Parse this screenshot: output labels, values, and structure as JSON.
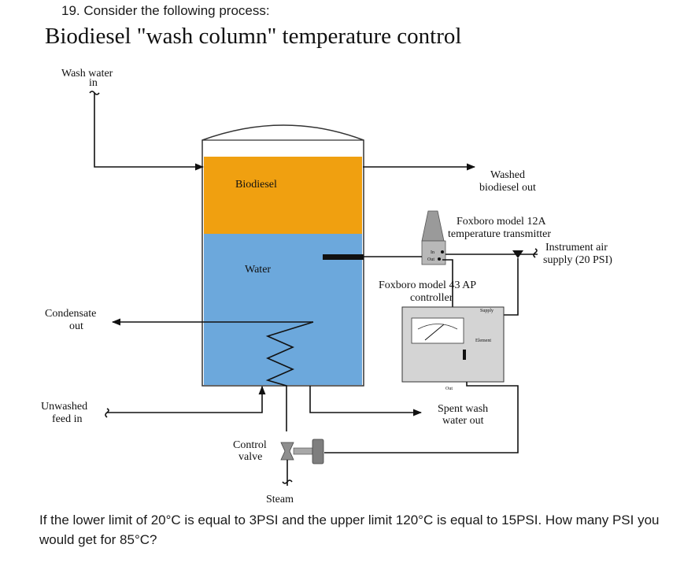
{
  "question_number": "19. Consider the following process:",
  "diagram": {
    "title": "Biodiesel \"wash column\" temperature control",
    "labels": {
      "wash_water_line1": "Wash water",
      "wash_water_line2": "in",
      "biodiesel": "Biodiesel",
      "water": "Water",
      "washed_line1": "Washed",
      "washed_line2": "biodiesel out",
      "transmitter_line1": "Foxboro model 12A",
      "transmitter_line2": "temperature transmitter",
      "instrument_air_line1": "Instrument air",
      "instrument_air_line2": "supply (20 PSI)",
      "controller_line1": "Foxboro model 43 AP",
      "controller_line2": "controller",
      "condensate_line1": "Condensate",
      "condensate_line2": "out",
      "unwashed_line1": "Unwashed",
      "unwashed_line2": "feed in",
      "spent_line1": "Spent wash",
      "spent_line2": "water out",
      "control_valve_line1": "Control",
      "control_valve_line2": "valve",
      "steam": "Steam",
      "tx_in": "In",
      "tx_out": "Out",
      "ctrl_supply": "Supply",
      "ctrl_element": "Element",
      "ctrl_out": "Out"
    },
    "colors": {
      "biodiesel_layer": "#F0A010",
      "water_layer": "#6CA8DC",
      "controller_body": "#D4D4D4",
      "transmitter_body": "#9A9A9A",
      "valve_body": "#8E8E8E"
    }
  },
  "question": "If the lower limit of 20°C is equal to 3PSI and the upper limit 120°C is equal to 15PSI. How many PSI you would get for 85°C?"
}
